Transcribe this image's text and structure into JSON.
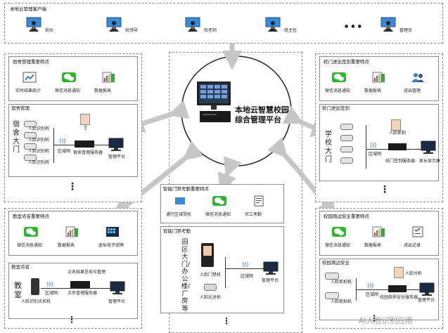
{
  "clients": {
    "title": "本地云管理客户端",
    "roles": [
      "校长",
      "校领导",
      "校老师",
      "班主任",
      "管理员"
    ],
    "ellipsis": "● ● ●"
  },
  "center": {
    "title_line1": "本地云智慧校园",
    "title_line2": "综合管理平台"
  },
  "dorm": {
    "features_title": "宿舍管理重要特点",
    "features": [
      "实时结果统计",
      "微信消息通知",
      "数据报表"
    ],
    "section_title": "宿舍管理",
    "gate_text": "宿舍大门",
    "cameras": [
      "人脸识别机",
      "人脸识别机",
      "人脸识别机",
      "人脸识别机"
    ],
    "lan": "区域网",
    "server": "宿舍管理服务器",
    "platform": "管理平台",
    "ellipsis": "⋮"
  },
  "school_gate": {
    "features_title": "校门进出签到重要特点",
    "features": [
      "微信消息通知",
      "数据报表",
      "进出管理"
    ],
    "section_title": "校门进出签到",
    "gate_text": "学校大门",
    "photo_label": "人脸抓拍",
    "lan": "区域网",
    "server": "校门签到服务器",
    "display": "家长显示屏",
    "ellipsis": "⋮"
  },
  "classroom": {
    "features_title": "教室点名重要特点",
    "features": [
      "微信消息通知",
      "数据报表",
      "虚拟电子班牌"
    ],
    "section_title": "教室点名",
    "room_text": "教室",
    "camera": "人脸识别点名机",
    "lan": "区域网",
    "result_label": "点名结果呈现与管理",
    "server": "点名管理服务器",
    "platform": "管理平台",
    "ellipsis": "⋮"
  },
  "access": {
    "features_title": "智能门禁考勤重要特点",
    "features": [
      "通行区域授权",
      "微信消息通知",
      "员工考勤"
    ],
    "section_title": "智能门禁考勤",
    "area_text": "园区大门/办公楼/厂房等",
    "devices": [
      "人脸门禁机",
      "人脸比对机"
    ],
    "lan": "区域网",
    "platform": "管理平台",
    "ellipsis": "⋮"
  },
  "perimeter": {
    "features_title": "校园周边安全重要特点",
    "features": [
      "微信消息通知",
      "数据报表",
      "进出记录"
    ],
    "section_title": "校园周边安全",
    "cameras": [
      "人脸抓拍机",
      "人脸抓拍机"
    ],
    "analysis": "人脸分析",
    "lan": "区域网",
    "server": "校园周界安全服务器",
    "platform": "管理平台",
    "ellipsis": "⋮"
  },
  "watermark": "AI人脸识别应用",
  "colors": {
    "wechat": "#2fb52e",
    "arrow": "#c6c6c6",
    "border": "#8c8c8c",
    "monitor_screen": "#1a2a44"
  }
}
